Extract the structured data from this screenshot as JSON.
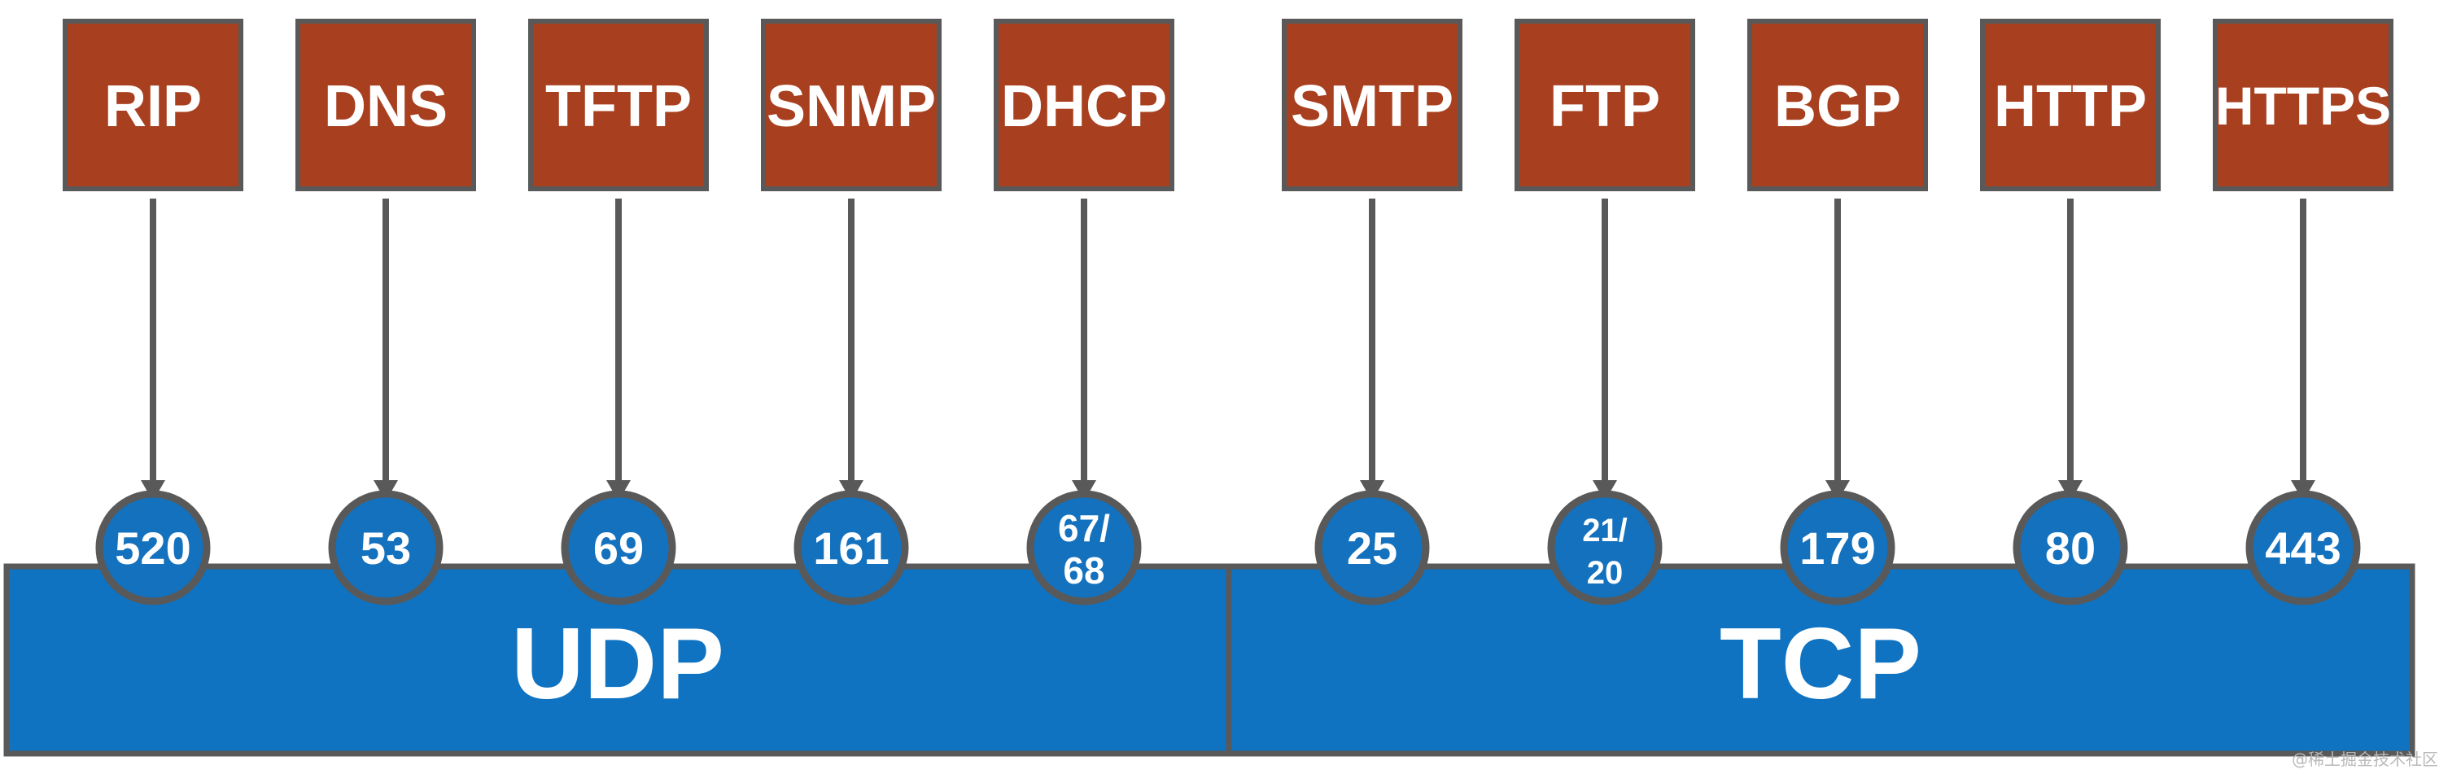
{
  "colors": {
    "protocol_fill": "#a84020",
    "protocol_border": "#595959",
    "port_fill": "#1371be",
    "port_border": "#595959",
    "bar_fill": "#0f73c2",
    "bar_border": "#595959",
    "arrow": "#595959",
    "text": "#ffffff"
  },
  "transports": [
    {
      "label": "UDP",
      "protocols": [
        {
          "name": "RIP",
          "port": [
            "520"
          ]
        },
        {
          "name": "DNS",
          "port": [
            "53"
          ]
        },
        {
          "name": "TFTP",
          "port": [
            "69"
          ]
        },
        {
          "name": "SNMP",
          "port": [
            "161"
          ]
        },
        {
          "name": "DHCP",
          "port": [
            "67/",
            "68"
          ]
        }
      ]
    },
    {
      "label": "TCP",
      "protocols": [
        {
          "name": "SMTP",
          "port": [
            "25"
          ]
        },
        {
          "name": "FTP",
          "port": [
            "21/",
            "20"
          ]
        },
        {
          "name": "BGP",
          "port": [
            "179"
          ]
        },
        {
          "name": "HTTP",
          "port": [
            "80"
          ]
        },
        {
          "name": "HTTPS",
          "port": [
            "443"
          ]
        }
      ]
    }
  ],
  "watermark": "@稀土掘金技术社区"
}
